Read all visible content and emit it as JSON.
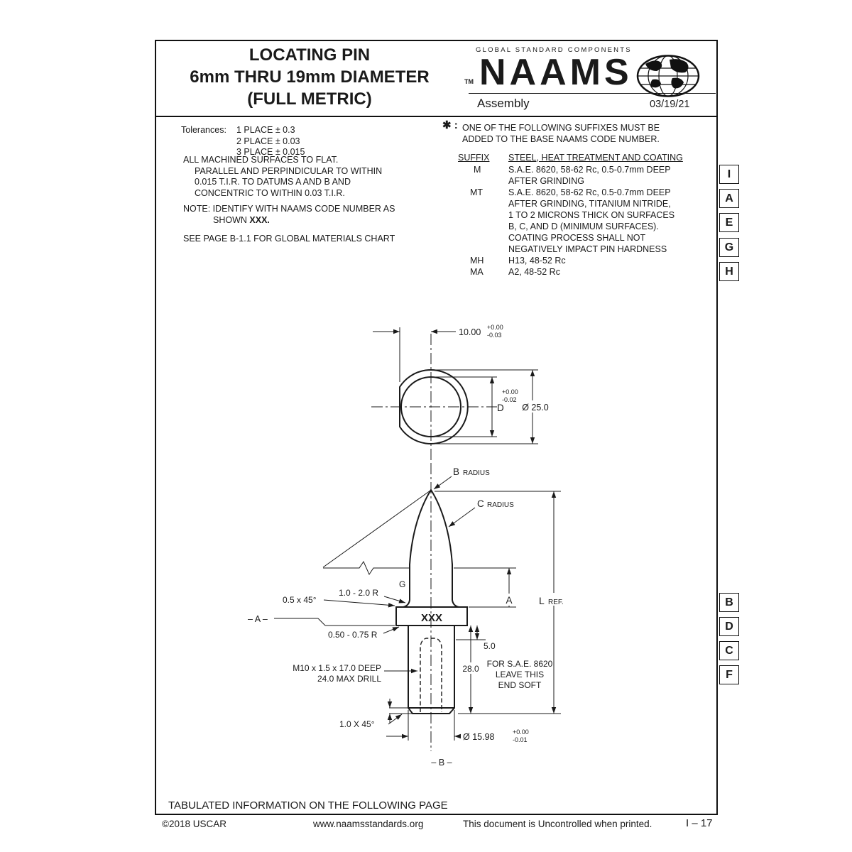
{
  "header": {
    "title1": "LOCATING PIN",
    "title2": "6mm THRU 19mm DIAMETER",
    "title3": "(FULL METRIC)",
    "brand_tagline": "GLOBAL STANDARD COMPONENTS",
    "tm": "TM",
    "brand": "NAAMS",
    "product_line": "Assembly",
    "date": "03/19/21"
  },
  "notes": {
    "tolerances_label": "Tolerances:",
    "tol1": "1 PLACE ± 0.3",
    "tol2": "2 PLACE ± 0.03",
    "tol3": "3 PLACE ± 0.015",
    "surf1": "ALL MACHINED SURFACES TO FLAT.",
    "surf2": "PARALLEL AND PERPINDICULAR TO WITHIN",
    "surf3": "0.015 T.I.R. TO DATUMS A AND B AND",
    "surf4": "CONCENTRIC TO WITHIN 0.03 T.I.R.",
    "note_line1": "NOTE: IDENTIFY WITH NAAMS CODE NUMBER AS",
    "note_line2a": "SHOWN",
    "note_line2b": "XXX.",
    "materials_note": "SEE PAGE B-1.1 FOR GLOBAL MATERIALS CHART"
  },
  "suffix": {
    "marker": "✱ :",
    "intro1": "ONE OF THE FOLLOWING SUFFIXES MUST BE",
    "intro2": "ADDED TO THE BASE NAAMS CODE NUMBER.",
    "col_suffix": "SUFFIX",
    "col_treatment": "STEEL, HEAT TREATMENT AND COATING",
    "rows": [
      {
        "code": "M",
        "lines": [
          "S.A.E. 8620, 58-62 Rc, 0.5-0.7mm DEEP",
          "AFTER GRINDING"
        ]
      },
      {
        "code": "MT",
        "lines": [
          "S.A.E. 8620, 58-62 Rc, 0.5-0.7mm DEEP",
          "AFTER GRINDING, TITANIUM NITRIDE,",
          "1 TO 2 MICRONS THICK ON SURFACES",
          "B, C, AND D (MINIMUM SURFACES).",
          "COATING PROCESS SHALL NOT",
          "NEGATIVELY IMPACT PIN HARDNESS"
        ]
      },
      {
        "code": "MH",
        "lines": [
          "H13, 48-52 Rc"
        ]
      },
      {
        "code": "MA",
        "lines": [
          "A2, 48-52 Rc"
        ]
      }
    ]
  },
  "tabs": {
    "top": [
      "I",
      "A",
      "E",
      "G",
      "H"
    ],
    "bottom": [
      "B",
      "D",
      "C",
      "F"
    ]
  },
  "drawing": {
    "dim_10": "10.00",
    "dim_10_tol_plus": "+0.00",
    "dim_10_tol_minus": "-0.03",
    "label_d": "D",
    "d_tol_plus": "+0.00",
    "d_tol_minus": "-0.02",
    "dia_head": "Ø 25.0",
    "b": "B",
    "b_word": "RADIUS",
    "c": "C",
    "c_word": "RADIUS",
    "g": "G",
    "a": "A",
    "l": "L",
    "l_word": "REF.",
    "datum_a": "– A –",
    "chamfer_top": "0.5 x 45°",
    "radius_top": "1.0 - 2.0 R",
    "code": "XXX",
    "radius_bottom": "0.50 - 0.75 R",
    "dim_5": "5.0",
    "dim_28": "28.0",
    "thread": "M10 x 1.5 x 17.0 DEEP",
    "drill": "24.0 MAX DRILL",
    "soft1": "FOR S.A.E. 8620",
    "soft2": "LEAVE THIS",
    "soft3": "END SOFT",
    "chamfer_bottom": "1.0 X 45°",
    "dia_shank": "Ø 15.98",
    "shank_tol_plus": "+0.00",
    "shank_tol_minus": "-0.01",
    "datum_b": "– B –"
  },
  "bottom_note": "TABULATED INFORMATION ON THE FOLLOWING PAGE",
  "footer": {
    "copyright": "©2018 USCAR",
    "website": "www.naamsstandards.org",
    "notice": "This document is Uncontrolled when printed.",
    "page": "I – 17"
  }
}
